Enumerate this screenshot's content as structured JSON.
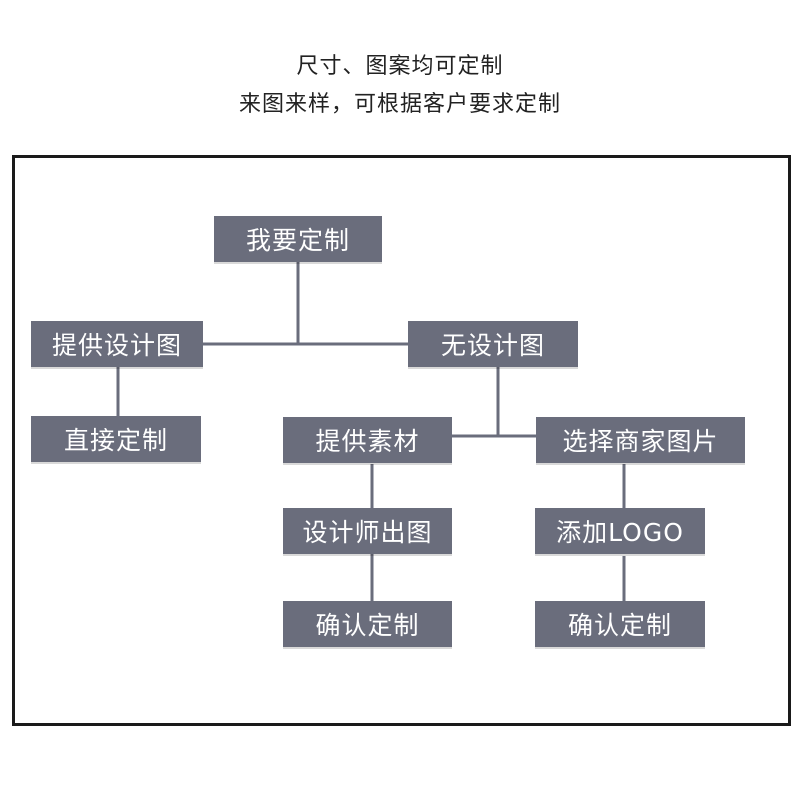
{
  "header": {
    "line1": "尺寸、图案均可定制",
    "line2": "来图来样，可根据客户要求定制"
  },
  "nodes": {
    "custom_root": "我要定制",
    "provide_design": "提供设计图",
    "no_design": "无设计图",
    "direct_custom": "直接定制",
    "provide_material": "提供素材",
    "select_merchant_image": "选择商家图片",
    "designer_draft": "设计师出图",
    "add_logo": "添加LOGO",
    "confirm_a": "确认定制",
    "confirm_b": "确认定制"
  },
  "colors": {
    "node_fill": "#6a6d7c",
    "node_text": "#ffffff",
    "connector": "#6a6d7c",
    "frame_border": "#1a1a1a"
  }
}
